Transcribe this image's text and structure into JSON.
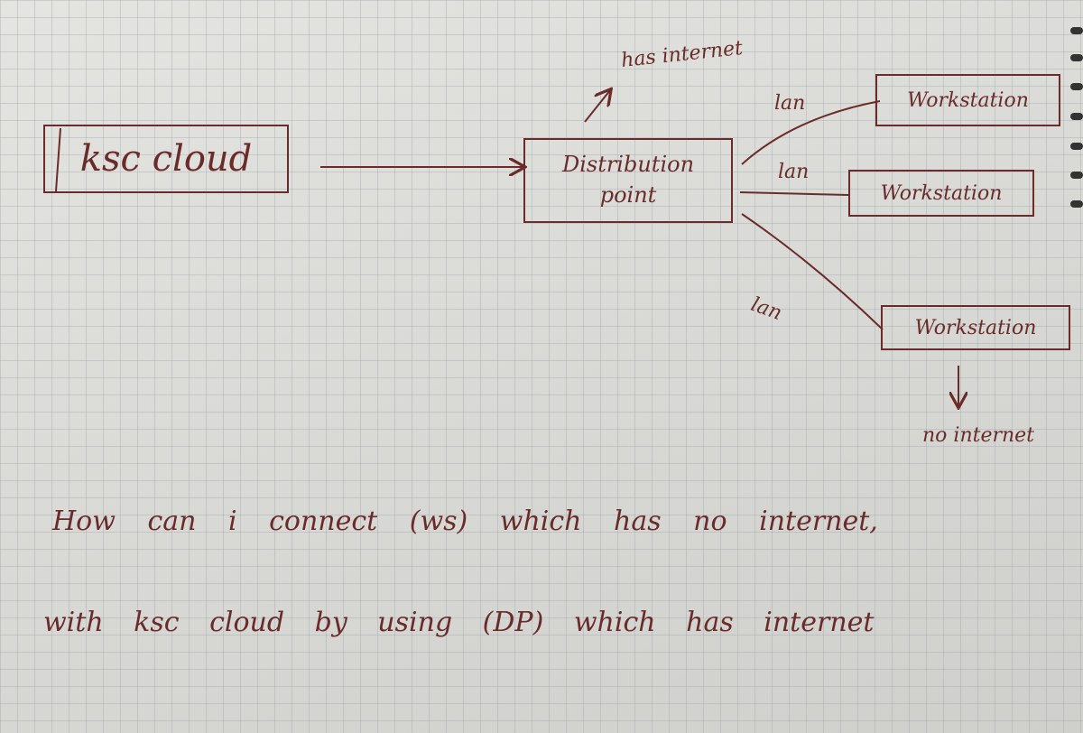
{
  "nodes": {
    "ksc_cloud": "ksc cloud",
    "distribution_point": "Distribution point",
    "workstation_1": "Workstation",
    "workstation_2": "Workstation",
    "workstation_3": "Workstation"
  },
  "annotations": {
    "has_internet": "has internet",
    "no_internet": "no internet",
    "lan_1": "lan",
    "lan_2": "lan",
    "lan_3": "lan"
  },
  "question": {
    "line1": "How can i connect (ws) which has no internet,",
    "line2": "with ksc cloud by using (DP) which has internet"
  },
  "colors": {
    "ink": "#6a2b2b",
    "paper": "#dcdcd8"
  }
}
